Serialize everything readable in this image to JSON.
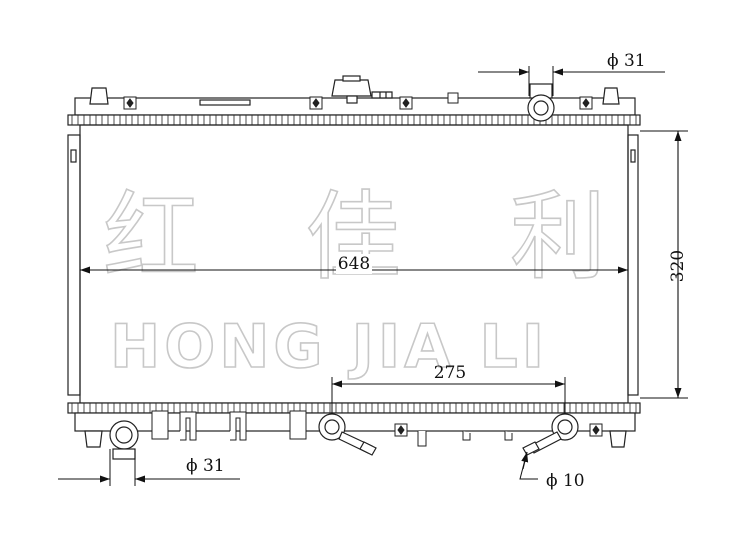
{
  "watermark": {
    "cn_chars": [
      "红",
      "佳",
      "利"
    ],
    "en_text": "HONG JIA LI"
  },
  "dimensions": {
    "core_width": "648",
    "core_height": "320",
    "port_spacing": "275",
    "inlet_top": "ϕ 31",
    "outlet_bottom": "ϕ 31",
    "small_port": "ϕ 10"
  },
  "colors": {
    "line": "#222222",
    "watermark": "#c8c8c8",
    "background": "#ffffff"
  }
}
